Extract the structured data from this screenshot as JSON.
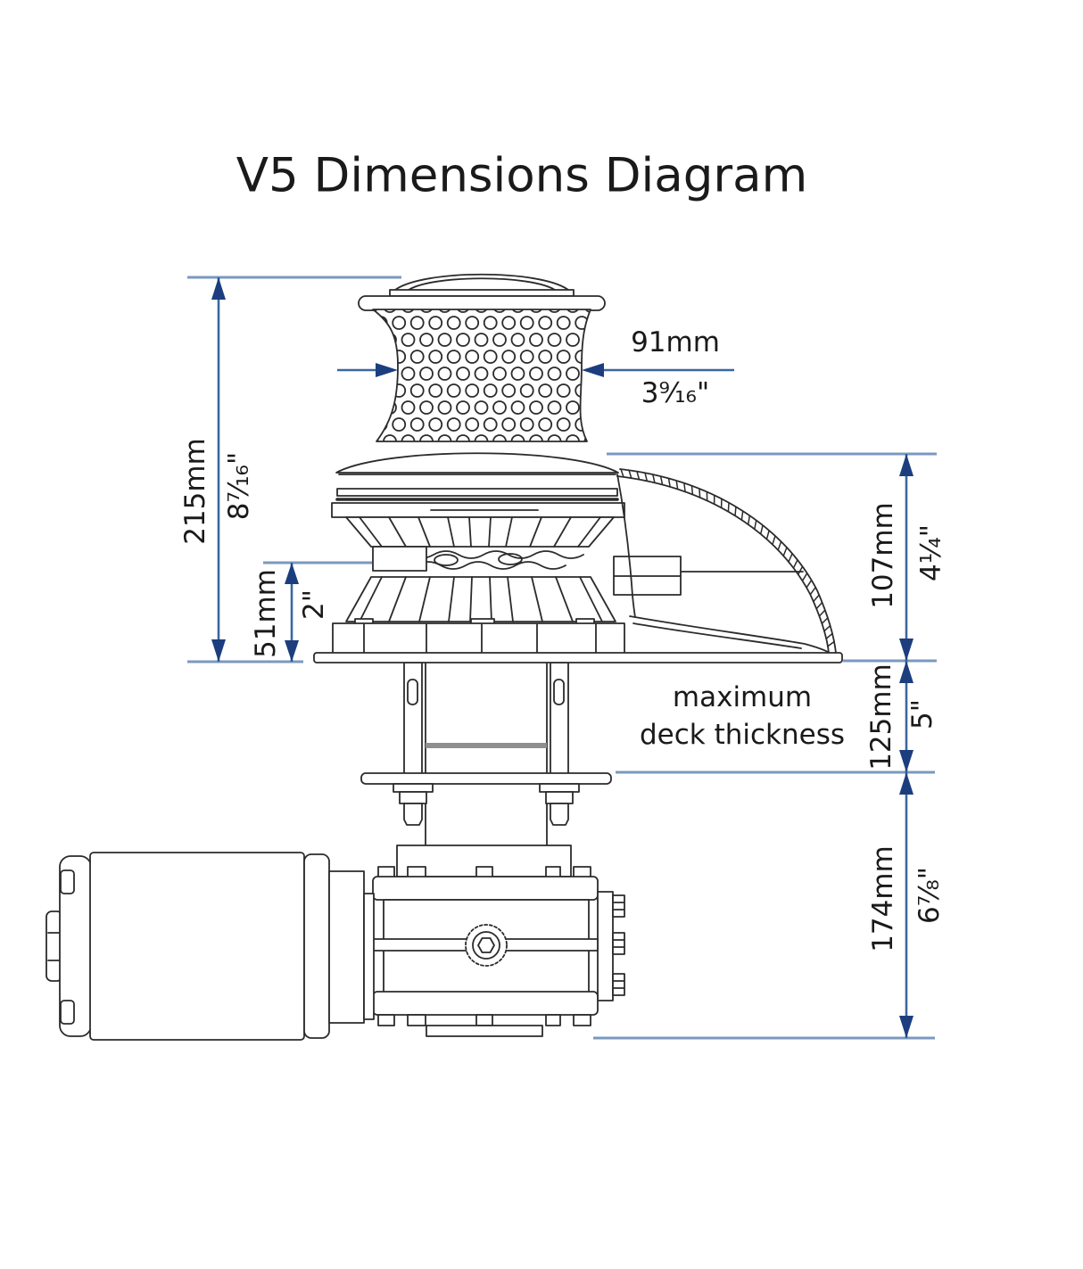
{
  "title": "V5 Dimensions Diagram",
  "note": {
    "line1": "maximum",
    "line2": "deck thickness"
  },
  "dimensions": {
    "drum_diameter": {
      "mm": "91mm",
      "inch": "3⁹⁄₁₆\""
    },
    "overall_height": {
      "mm": "215mm",
      "inch": "8⁷⁄₁₆\""
    },
    "gypsy_height": {
      "mm": "51mm",
      "inch": "2\""
    },
    "housing_height": {
      "mm": "107mm",
      "inch": "4¹⁄₄\""
    },
    "max_deck_thickness": {
      "mm": "125mm",
      "inch": "5\""
    },
    "below_deck_height": {
      "mm": "174mm",
      "inch": "6⁷⁄₈\""
    }
  },
  "colors": {
    "line": "#3a67a0",
    "ext": "#7b98bf",
    "arrow": "#1c3e7e",
    "ink": "#2b2b2b",
    "text": "#1a1a1a"
  }
}
